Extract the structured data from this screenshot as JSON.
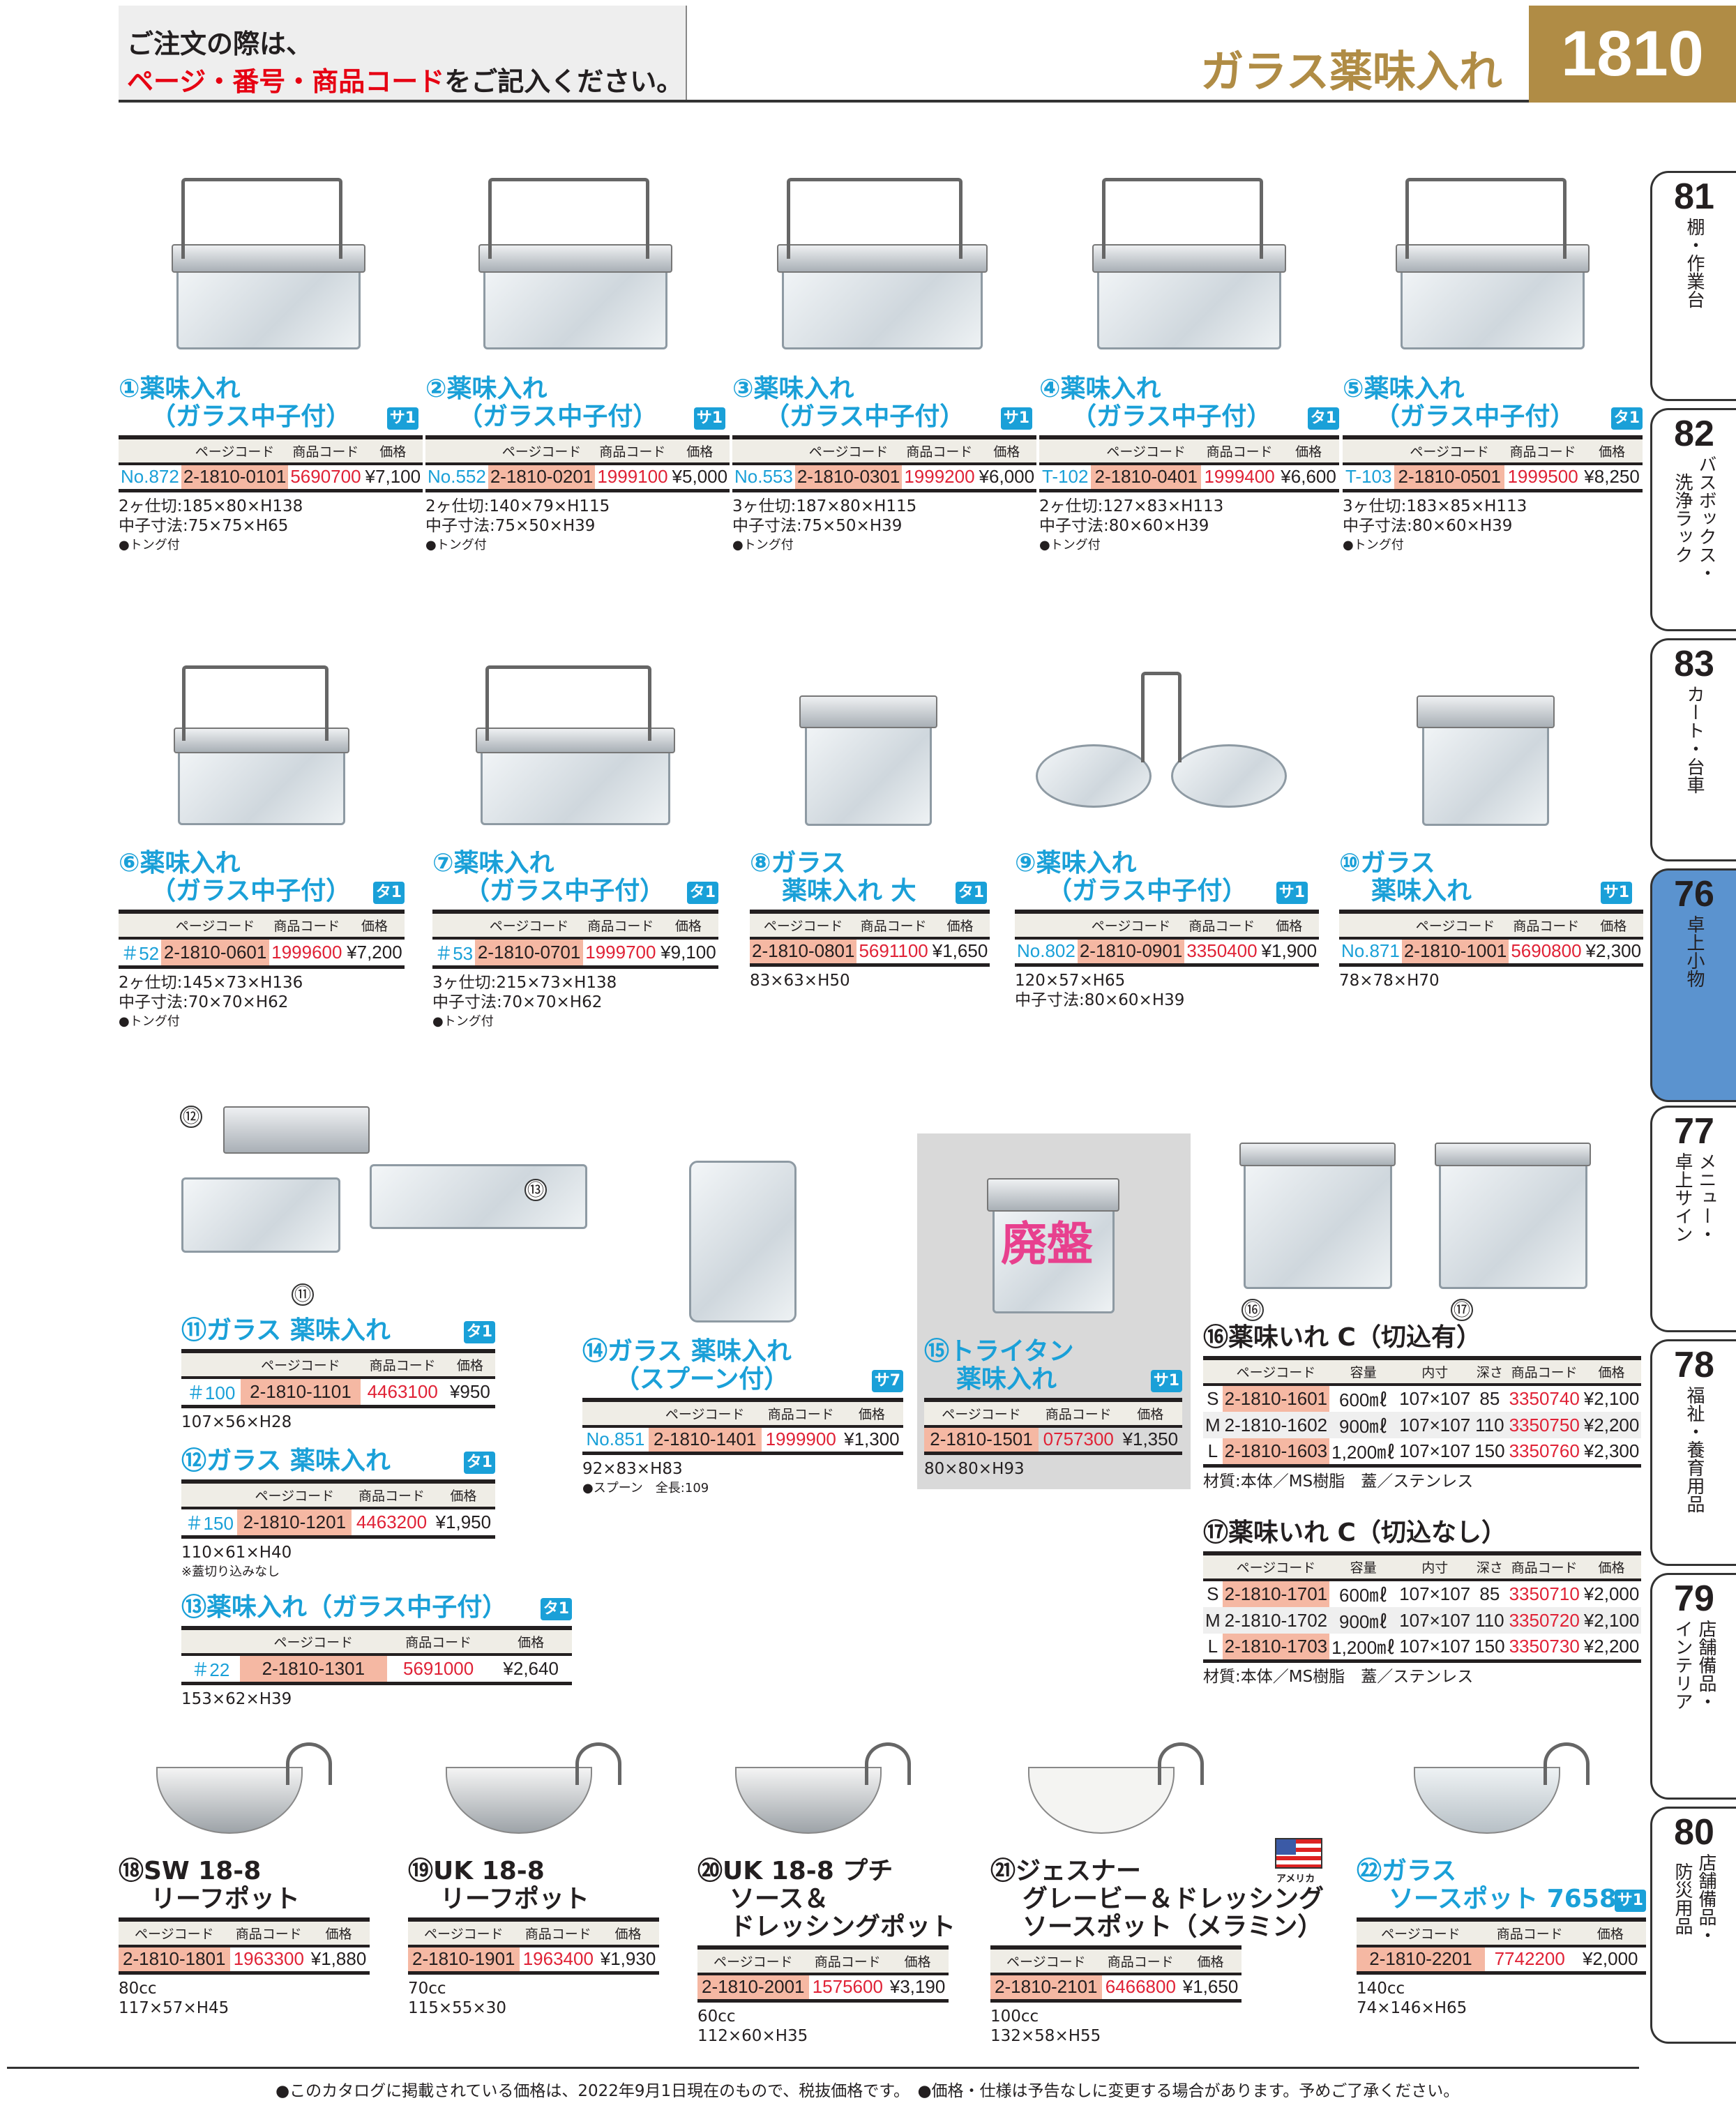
{
  "header": {
    "notice_line1": "ご注文の際は、",
    "notice_line2_red": "ページ・番号・商品コード",
    "notice_line2_rest": "をご記入ください。",
    "section_title": "ガラス薬味入れ",
    "page_number": "1810"
  },
  "colors": {
    "blue": "#1aa0d8",
    "gold": "#b08c45",
    "red": "#e02236",
    "page_code_bg": "#f5b8a3",
    "active_tab": "#5b93cf"
  },
  "side_tabs": [
    {
      "num": "81",
      "cols": [
        "棚・作業台"
      ],
      "active": false
    },
    {
      "num": "82",
      "cols": [
        "バスボックス・",
        "洗浄ラック"
      ],
      "active": false
    },
    {
      "num": "83",
      "cols": [
        "カート・台車"
      ],
      "active": false
    },
    {
      "num": "76",
      "cols": [
        "卓上小物"
      ],
      "active": true
    },
    {
      "num": "77",
      "cols": [
        "メニュー・",
        "卓上サイン"
      ],
      "active": false
    },
    {
      "num": "78",
      "cols": [
        "福祉・養育用品"
      ],
      "active": false
    },
    {
      "num": "79",
      "cols": [
        "店舗備品・",
        "インテリア"
      ],
      "active": false
    },
    {
      "num": "80",
      "cols": [
        "店舗備品・",
        "防災用品"
      ],
      "active": false
    }
  ],
  "products": [
    {
      "no": "①",
      "title": [
        "薬味入れ",
        "（ガラス中子付）"
      ],
      "title_color": "#1aa0d8",
      "badge": "サ1",
      "headers": [
        "",
        "ページコード",
        "商品コード",
        "価格"
      ],
      "rows": [
        [
          "No.872",
          "2-1810-0101",
          "5690700",
          "¥7,100"
        ]
      ],
      "notes": [
        "2ヶ仕切:185×80×H138",
        "中子寸法:75×75×H65"
      ],
      "small_notes": [
        "●トング付"
      ]
    },
    {
      "no": "②",
      "title": [
        "薬味入れ",
        "（ガラス中子付）"
      ],
      "title_color": "#1aa0d8",
      "badge": "サ1",
      "headers": [
        "",
        "ページコード",
        "商品コード",
        "価格"
      ],
      "rows": [
        [
          "No.552",
          "2-1810-0201",
          "1999100",
          "¥5,000"
        ]
      ],
      "notes": [
        "2ヶ仕切:140×79×H115",
        "中子寸法:75×50×H39"
      ],
      "small_notes": [
        "●トング付"
      ]
    },
    {
      "no": "③",
      "title": [
        "薬味入れ",
        "（ガラス中子付）"
      ],
      "title_color": "#1aa0d8",
      "badge": "サ1",
      "headers": [
        "",
        "ページコード",
        "商品コード",
        "価格"
      ],
      "rows": [
        [
          "No.553",
          "2-1810-0301",
          "1999200",
          "¥6,000"
        ]
      ],
      "notes": [
        "3ヶ仕切:187×80×H115",
        "中子寸法:75×50×H39"
      ],
      "small_notes": [
        "●トング付"
      ]
    },
    {
      "no": "④",
      "title": [
        "薬味入れ",
        "（ガラス中子付）"
      ],
      "title_color": "#1aa0d8",
      "badge": "タ1",
      "headers": [
        "",
        "ページコード",
        "商品コード",
        "価格"
      ],
      "rows": [
        [
          "T-102",
          "2-1810-0401",
          "1999400",
          "¥6,600"
        ]
      ],
      "notes": [
        "2ヶ仕切:127×83×H113",
        "中子寸法:80×60×H39"
      ],
      "small_notes": [
        "●トング付"
      ]
    },
    {
      "no": "⑤",
      "title": [
        "薬味入れ",
        "（ガラス中子付）"
      ],
      "title_color": "#1aa0d8",
      "badge": "タ1",
      "headers": [
        "",
        "ページコード",
        "商品コード",
        "価格"
      ],
      "rows": [
        [
          "T-103",
          "2-1810-0501",
          "1999500",
          "¥8,250"
        ]
      ],
      "notes": [
        "3ヶ仕切:183×85×H113",
        "中子寸法:80×60×H39"
      ],
      "small_notes": [
        "●トング付"
      ]
    },
    {
      "no": "⑥",
      "title": [
        "薬味入れ",
        "（ガラス中子付）"
      ],
      "title_color": "#1aa0d8",
      "badge": "タ1",
      "headers": [
        "",
        "ページコード",
        "商品コード",
        "価格"
      ],
      "rows": [
        [
          "＃52",
          "2-1810-0601",
          "1999600",
          "¥7,200"
        ]
      ],
      "notes": [
        "2ヶ仕切:145×73×H136",
        "中子寸法:70×70×H62"
      ],
      "small_notes": [
        "●トング付"
      ]
    },
    {
      "no": "⑦",
      "title": [
        "薬味入れ",
        "（ガラス中子付）"
      ],
      "title_color": "#1aa0d8",
      "badge": "タ1",
      "headers": [
        "",
        "ページコード",
        "商品コード",
        "価格"
      ],
      "rows": [
        [
          "＃53",
          "2-1810-0701",
          "1999700",
          "¥9,100"
        ]
      ],
      "notes": [
        "3ヶ仕切:215×73×H138",
        "中子寸法:70×70×H62"
      ],
      "small_notes": [
        "●トング付"
      ]
    },
    {
      "no": "⑧",
      "title": [
        "ガラス",
        "薬味入れ 大"
      ],
      "title_color": "#1aa0d8",
      "badge": "タ1",
      "headers": [
        "ページコード",
        "商品コード",
        "価格"
      ],
      "rows": [
        [
          "2-1810-0801",
          "5691100",
          "¥1,650"
        ]
      ],
      "notes": [
        "83×63×H50"
      ],
      "small_notes": []
    },
    {
      "no": "⑨",
      "title": [
        "薬味入れ",
        "（ガラス中子付）"
      ],
      "title_color": "#1aa0d8",
      "badge": "サ1",
      "headers": [
        "",
        "ページコード",
        "商品コード",
        "価格"
      ],
      "rows": [
        [
          "No.802",
          "2-1810-0901",
          "3350400",
          "¥1,900"
        ]
      ],
      "notes": [
        "120×57×H65",
        "中子寸法:80×60×H39"
      ],
      "small_notes": []
    },
    {
      "no": "⑩",
      "title": [
        "ガラス",
        "薬味入れ"
      ],
      "title_color": "#1aa0d8",
      "badge": "サ1",
      "headers": [
        "",
        "ページコード",
        "商品コード",
        "価格"
      ],
      "rows": [
        [
          "No.871",
          "2-1810-1001",
          "5690800",
          "¥2,300"
        ]
      ],
      "notes": [
        "78×78×H70"
      ],
      "small_notes": []
    },
    {
      "no": "⑪",
      "title": [
        "ガラス 薬味入れ"
      ],
      "title_color": "#1aa0d8",
      "badge": "タ1",
      "headers": [
        "",
        "ページコード",
        "商品コード",
        "価格"
      ],
      "rows": [
        [
          "＃100",
          "2-1810-1101",
          "4463100",
          "¥950"
        ]
      ],
      "notes": [
        "107×56×H28"
      ],
      "small_notes": []
    },
    {
      "no": "⑫",
      "title": [
        "ガラス 薬味入れ"
      ],
      "title_color": "#1aa0d8",
      "badge": "タ1",
      "headers": [
        "",
        "ページコード",
        "商品コード",
        "価格"
      ],
      "rows": [
        [
          "＃150",
          "2-1810-1201",
          "4463200",
          "¥1,950"
        ]
      ],
      "notes": [
        "110×61×H40"
      ],
      "small_notes": [
        "※蓋切り込みなし"
      ]
    },
    {
      "no": "⑬",
      "title": [
        "薬味入れ（ガラス中子付）"
      ],
      "title_color": "#1aa0d8",
      "badge": "タ1",
      "headers": [
        "",
        "ページコード",
        "商品コード",
        "価格"
      ],
      "rows": [
        [
          "＃22",
          "2-1810-1301",
          "5691000",
          "¥2,640"
        ]
      ],
      "notes": [
        "153×62×H39"
      ],
      "small_notes": []
    },
    {
      "no": "⑭",
      "title": [
        "ガラス 薬味入れ",
        "（スプーン付）"
      ],
      "title_color": "#1aa0d8",
      "badge": "サ7",
      "headers": [
        "",
        "ページコード",
        "商品コード",
        "価格"
      ],
      "rows": [
        [
          "No.851",
          "2-1810-1401",
          "1999900",
          "¥1,300"
        ]
      ],
      "notes": [
        "92×83×H83"
      ],
      "small_notes": [
        "●スプーン　全長:109"
      ]
    },
    {
      "no": "⑮",
      "title": [
        "トライタン",
        "薬味入れ"
      ],
      "title_color": "#1aa0d8",
      "badge": "サ1",
      "headers": [
        "ページコード",
        "商品コード",
        "価格"
      ],
      "rows": [
        [
          "2-1810-1501",
          "0757300",
          "¥1,350"
        ]
      ],
      "notes": [
        "80×80×H93"
      ],
      "small_notes": []
    },
    {
      "no": "⑯",
      "title": [
        "薬味いれ C（切込有）"
      ],
      "title_color": "#231f20",
      "badge": "",
      "headers": [
        "",
        "ページコード",
        "容量",
        "内寸",
        "深さ",
        "商品コード",
        "価格"
      ],
      "rows": [
        [
          "S",
          "2-1810-1601",
          "600㎖",
          "107×107",
          "85",
          "3350740",
          "¥2,100"
        ],
        [
          "M",
          "2-1810-1602",
          "900㎖",
          "107×107",
          "110",
          "3350750",
          "¥2,200"
        ],
        [
          "L",
          "2-1810-1603",
          "1,200㎖",
          "107×107",
          "150",
          "3350760",
          "¥2,300"
        ]
      ],
      "notes": [
        "材質:本体／MS樹脂　蓋／ステンレス"
      ],
      "small_notes": []
    },
    {
      "no": "⑰",
      "title": [
        "薬味いれ C（切込なし）"
      ],
      "title_color": "#231f20",
      "badge": "",
      "headers": [
        "",
        "ページコード",
        "容量",
        "内寸",
        "深さ",
        "商品コード",
        "価格"
      ],
      "rows": [
        [
          "S",
          "2-1810-1701",
          "600㎖",
          "107×107",
          "85",
          "3350710",
          "¥2,000"
        ],
        [
          "M",
          "2-1810-1702",
          "900㎖",
          "107×107",
          "110",
          "3350720",
          "¥2,100"
        ],
        [
          "L",
          "2-1810-1703",
          "1,200㎖",
          "107×107",
          "150",
          "3350730",
          "¥2,200"
        ]
      ],
      "notes": [
        "材質:本体／MS樹脂　蓋／ステンレス"
      ],
      "small_notes": []
    },
    {
      "no": "⑱",
      "title": [
        "SW 18-8",
        "リーフポット"
      ],
      "title_color": "#231f20",
      "badge": "",
      "headers": [
        "ページコード",
        "商品コード",
        "価格"
      ],
      "rows": [
        [
          "2-1810-1801",
          "1963300",
          "¥1,880"
        ]
      ],
      "notes": [
        "80cc",
        "117×57×H45"
      ],
      "small_notes": []
    },
    {
      "no": "⑲",
      "title": [
        "UK 18-8",
        "リーフポット"
      ],
      "title_color": "#231f20",
      "badge": "",
      "headers": [
        "ページコード",
        "商品コード",
        "価格"
      ],
      "rows": [
        [
          "2-1810-1901",
          "1963400",
          "¥1,930"
        ]
      ],
      "notes": [
        "70cc",
        "115×55×30"
      ],
      "small_notes": []
    },
    {
      "no": "⑳",
      "title": [
        "UK 18-8 プチ",
        "ソース＆",
        "ドレッシングポット"
      ],
      "title_color": "#231f20",
      "badge": "",
      "headers": [
        "ページコード",
        "商品コード",
        "価格"
      ],
      "rows": [
        [
          "2-1810-2001",
          "1575600",
          "¥3,190"
        ]
      ],
      "notes": [
        "60cc",
        "112×60×H35"
      ],
      "small_notes": []
    },
    {
      "no": "㉑",
      "title": [
        "ジェスナー",
        "グレービー＆ドレッシング",
        "ソースポット（メラミン）"
      ],
      "title_color": "#231f20",
      "badge": "",
      "headers": [
        "ページコード",
        "商品コード",
        "価格"
      ],
      "rows": [
        [
          "2-1810-2101",
          "6466800",
          "¥1,650"
        ]
      ],
      "notes": [
        "100cc",
        "132×58×H55"
      ],
      "small_notes": []
    },
    {
      "no": "㉒",
      "title": [
        "ガラス",
        "ソースポット 7658"
      ],
      "title_color": "#1aa0d8",
      "badge": "サ1",
      "headers": [
        "ページコード",
        "商品コード",
        "価格"
      ],
      "rows": [
        [
          "2-1810-2201",
          "7742200",
          "¥2,000"
        ]
      ],
      "notes": [
        "140cc",
        "74×146×H65"
      ],
      "small_notes": []
    }
  ],
  "image_labels": {
    "l11": "⑪",
    "l12": "⑫",
    "l13": "⑬",
    "l16": "⑯",
    "l17": "⑰"
  },
  "discontinued_stamp": "廃盤",
  "flag_label": "アメリカ",
  "footer": "●このカタログに掲載されている価格は、2022年9月1日現在のもので、税抜価格です。　●価格・仕様は予告なしに変更する場合があります。予めご了承ください。"
}
